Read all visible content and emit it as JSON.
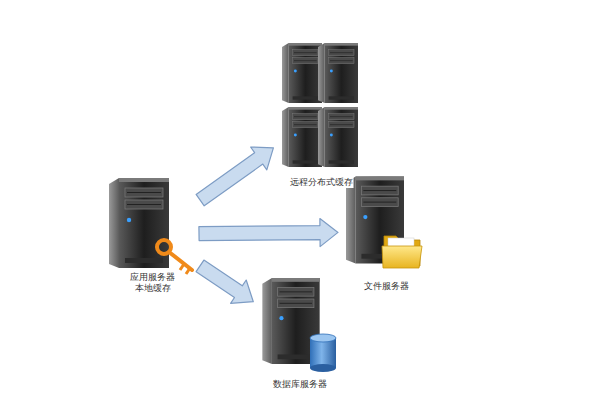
{
  "diagram": {
    "nodes": [
      {
        "text": [
          "远程分布式缓存"
        ]
      },
      {
        "text": [
          "应用服务器 本地缓存"
        ]
      },
      {
        "text": [
          "文件服务器"
        ]
      },
      {
        "text": [
          "数据库服务器"
        ]
      }
    ],
    "edges": [
      {
        "from": 1,
        "to": 0,
        "arrow": "to"
      },
      {
        "from": 1,
        "to": 2,
        "arrow": "to"
      },
      {
        "from": 1,
        "to": 3,
        "arrow": "to"
      }
    ]
  }
}
